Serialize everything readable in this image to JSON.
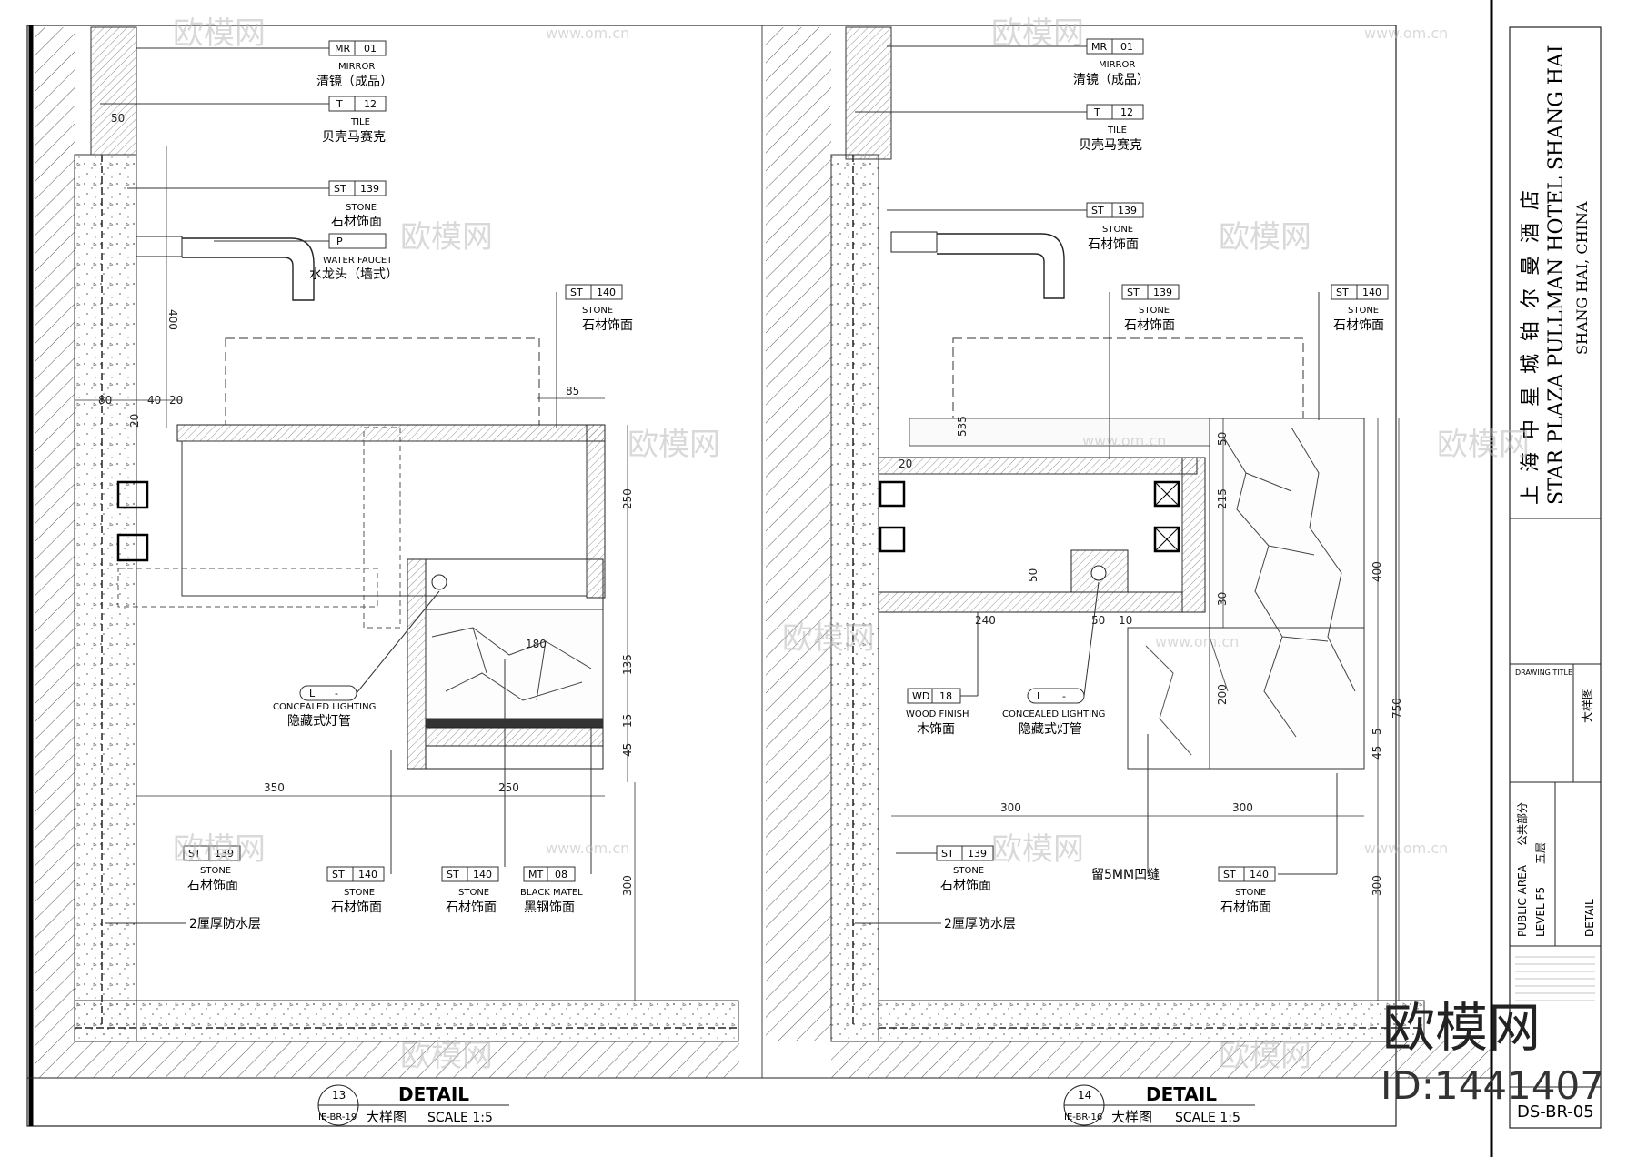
{
  "watermark": {
    "site": "www.om.cn",
    "brand": "欧模网",
    "id_text": "ID:1441407"
  },
  "left_detail": {
    "number": "13",
    "ref": "IE-BR-19",
    "title": "DETAIL",
    "subtitle": "大样图",
    "scale": "SCALE   1:5",
    "tags": [
      {
        "code": "MR",
        "num": "01",
        "en": "MIRROR",
        "cn": "清镜（成品）"
      },
      {
        "code": "T",
        "num": "12",
        "en": "TILE",
        "cn": "贝壳马赛克"
      },
      {
        "code": "ST",
        "num": "139",
        "en": "STONE",
        "cn": "石材饰面"
      },
      {
        "code": "P",
        "num": "",
        "en": "WATER FAUCET",
        "cn": "水龙头（墙式）"
      },
      {
        "code": "ST",
        "num": "140",
        "en": "STONE",
        "cn": "石材饰面"
      },
      {
        "code": "L",
        "num": "-",
        "en": "CONCEALED LIGHTING",
        "cn": "隐藏式灯管"
      },
      {
        "code": "ST",
        "num": "139",
        "en": "STONE",
        "cn": "石材饰面"
      },
      {
        "code": "ST",
        "num": "140",
        "en": "STONE",
        "cn": "石材饰面"
      },
      {
        "code": "ST",
        "num": "140",
        "en": "STONE",
        "cn": "石材饰面"
      },
      {
        "code": "MT",
        "num": "08",
        "en": "BLACK MATEL",
        "cn": "黑钢饰面"
      }
    ],
    "note_waterproof": "2厘厚防水层",
    "dims": [
      "50",
      "400",
      "80",
      "40",
      "20",
      "20",
      "85",
      "250",
      "180",
      "135",
      "15",
      "45",
      "350",
      "250",
      "300"
    ]
  },
  "right_detail": {
    "number": "14",
    "ref": "IE-BR-16",
    "title": "DETAIL",
    "subtitle": "大样图",
    "scale": "SCALE   1:5",
    "tags": [
      {
        "code": "MR",
        "num": "01",
        "en": "MIRROR",
        "cn": "清镜（成品）"
      },
      {
        "code": "T",
        "num": "12",
        "en": "TILE",
        "cn": "贝壳马赛克"
      },
      {
        "code": "ST",
        "num": "139",
        "en": "STONE",
        "cn": "石材饰面"
      },
      {
        "code": "ST",
        "num": "139",
        "en": "STONE",
        "cn": "石材饰面"
      },
      {
        "code": "ST",
        "num": "140",
        "en": "STONE",
        "cn": "石材饰面"
      },
      {
        "code": "WD",
        "num": "18",
        "en": "WOOD FINISH",
        "cn": "木饰面"
      },
      {
        "code": "L",
        "num": "-",
        "en": "CONCEALED LIGHTING",
        "cn": "隐藏式灯管"
      },
      {
        "code": "ST",
        "num": "139",
        "en": "STONE",
        "cn": "石材饰面"
      },
      {
        "code": "ST",
        "num": "140",
        "en": "STONE",
        "cn": "石材饰面"
      }
    ],
    "note_waterproof": "2厘厚防水层",
    "note_groove": "留5MM凹缝",
    "dims": [
      "535",
      "20",
      "50",
      "215",
      "50",
      "30",
      "240",
      "50",
      "10",
      "400",
      "200",
      "750",
      "5",
      "45",
      "300",
      "300",
      "300"
    ]
  },
  "title_block": {
    "project_cn": "上海中星城铂尔曼酒店",
    "project_en": "STAR PLAZA PULLMAN HOTEL SHANG HAI",
    "location": "SHANG HAI, CHINA",
    "drawing_title_label": "DRAWING TITLE",
    "drawing_title_cn": "大样图",
    "area_en": "PUBLIC AREA",
    "area_cn": "公共部分",
    "level_en": "LEVEL F5",
    "level_cn": "五层",
    "drawing_en": "DETAIL",
    "sheet_no": "DS-BR-05"
  }
}
